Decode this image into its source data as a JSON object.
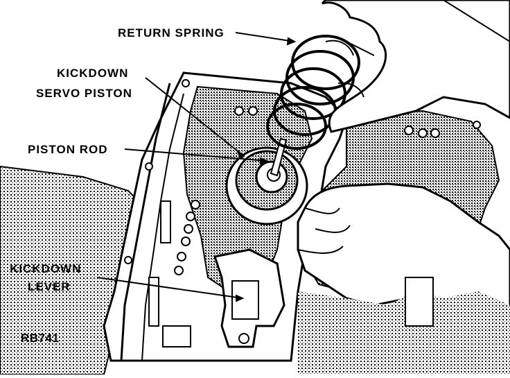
{
  "labels": {
    "return_spring": "RETURN SPRING",
    "kickdown_servo_piston_line1": "KICKDOWN",
    "kickdown_servo_piston_line2": "SERVO PISTON",
    "piston_rod": "PISTON ROD",
    "kickdown_lever_line1": "KICKDOWN",
    "kickdown_lever_line2": "LEVER"
  },
  "figure_code": "RB741",
  "colors": {
    "ink": "#000000",
    "paper": "#ffffff",
    "shade": "#9a9a9a"
  }
}
